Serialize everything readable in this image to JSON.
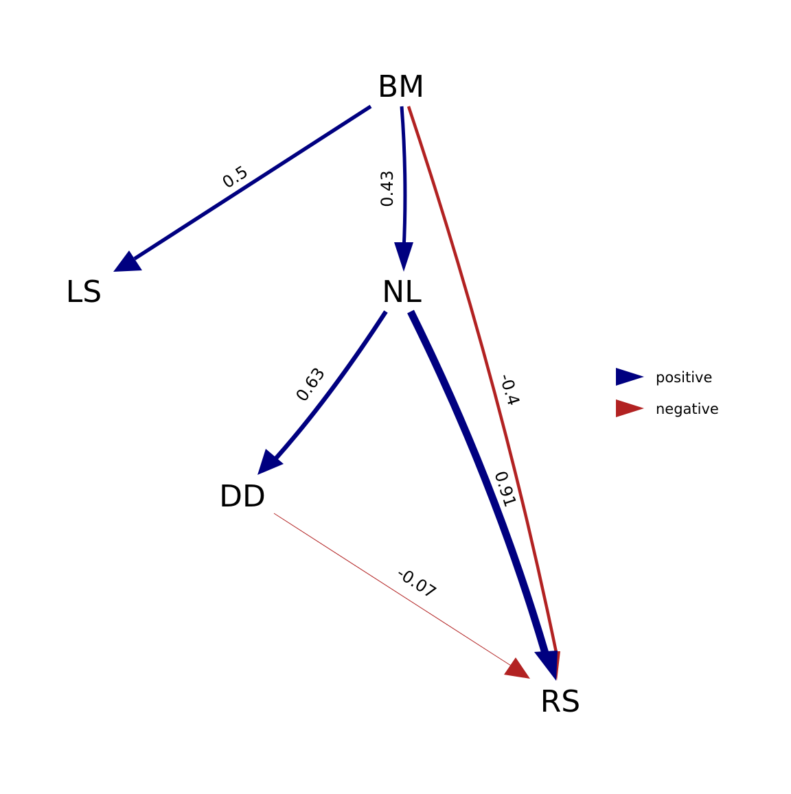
{
  "colors": {
    "positive": "#000080",
    "negative": "#b22222",
    "background": "#ffffff",
    "text": "#000000"
  },
  "nodes": {
    "BM": "BM",
    "LS": "LS",
    "NL": "NL",
    "DD": "DD",
    "RS": "RS"
  },
  "edges": [
    {
      "from": "BM",
      "to": "LS",
      "weight": 0.5,
      "label": "0.5",
      "sign": "positive"
    },
    {
      "from": "BM",
      "to": "NL",
      "weight": 0.43,
      "label": "0.43",
      "sign": "positive"
    },
    {
      "from": "BM",
      "to": "RS",
      "weight": -0.4,
      "label": "-0.4",
      "sign": "negative"
    },
    {
      "from": "NL",
      "to": "DD",
      "weight": 0.63,
      "label": "0.63",
      "sign": "positive"
    },
    {
      "from": "NL",
      "to": "RS",
      "weight": 0.91,
      "label": "0.91",
      "sign": "positive"
    },
    {
      "from": "DD",
      "to": "RS",
      "weight": -0.07,
      "label": "-0.07",
      "sign": "negative"
    }
  ],
  "legend": {
    "positive": "positive",
    "negative": "negative"
  }
}
